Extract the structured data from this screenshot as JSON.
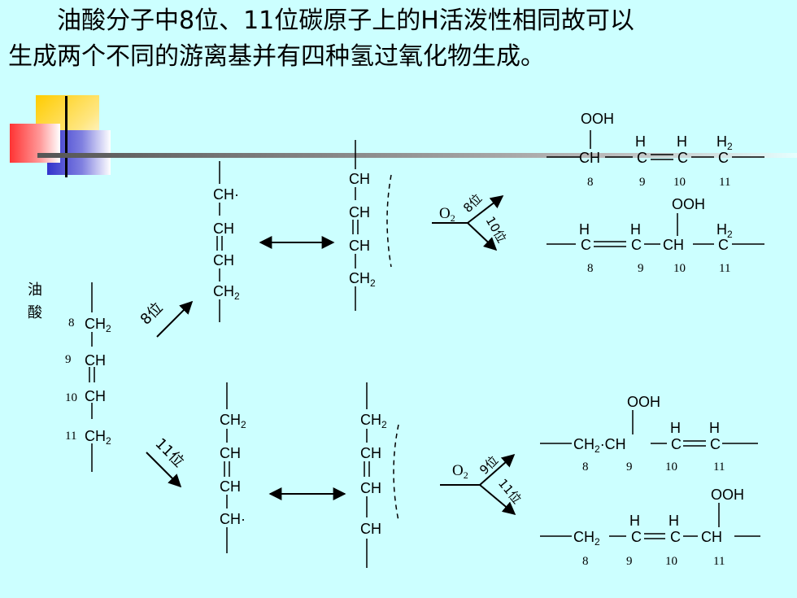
{
  "title": {
    "line1": "油酸分子中8位、11位碳原子上的H活泼性相同故可以",
    "line2": "生成两个不同的游离基并有四种氢过氧化物生成。"
  },
  "oleic": {
    "label_top": "油",
    "label_bottom": "酸",
    "n8": "8",
    "n9": "9",
    "n10": "10",
    "n11": "11",
    "c8": "CH",
    "c8_sub": "2",
    "c9": "CH",
    "c10": "CH",
    "c11": "CH",
    "c11_sub": "2"
  },
  "arrow_labels": {
    "pos8": "8位",
    "pos11": "11位",
    "o2": "O",
    "o2_sub": "2",
    "top_a": "8位",
    "top_b": "10位",
    "bot_a": "9位",
    "bot_b": "11位"
  },
  "radical8_left": {
    "a": "CH·",
    "b": "CH",
    "c": "CH",
    "d": "CH",
    "d_sub": "2"
  },
  "radical8_right": {
    "a": "CH",
    "b": "CH",
    "c": "CH",
    "d": "CH",
    "d_sub": "2"
  },
  "radical11_left": {
    "a": "CH",
    "a_sub": "2",
    "b": "CH",
    "c": "CH",
    "d": "CH·"
  },
  "radical11_right": {
    "a": "CH",
    "a_sub": "2",
    "b": "CH",
    "c": "CH",
    "d": "CH"
  },
  "products": {
    "ooh": "OOH",
    "h": "H",
    "h2": "H",
    "h2_sub": "2",
    "ch": "CH",
    "c": "C",
    "ch2": "CH",
    "ch2_sub": "2",
    "ch_dot": "·CH",
    "n8": "8",
    "n9": "9",
    "n10": "10",
    "n11": "11"
  },
  "colors": {
    "background": "#CCFFFF",
    "deco_yellow": "#FFCC00",
    "deco_red": "#FF3333",
    "deco_blue": "#3333CC"
  }
}
